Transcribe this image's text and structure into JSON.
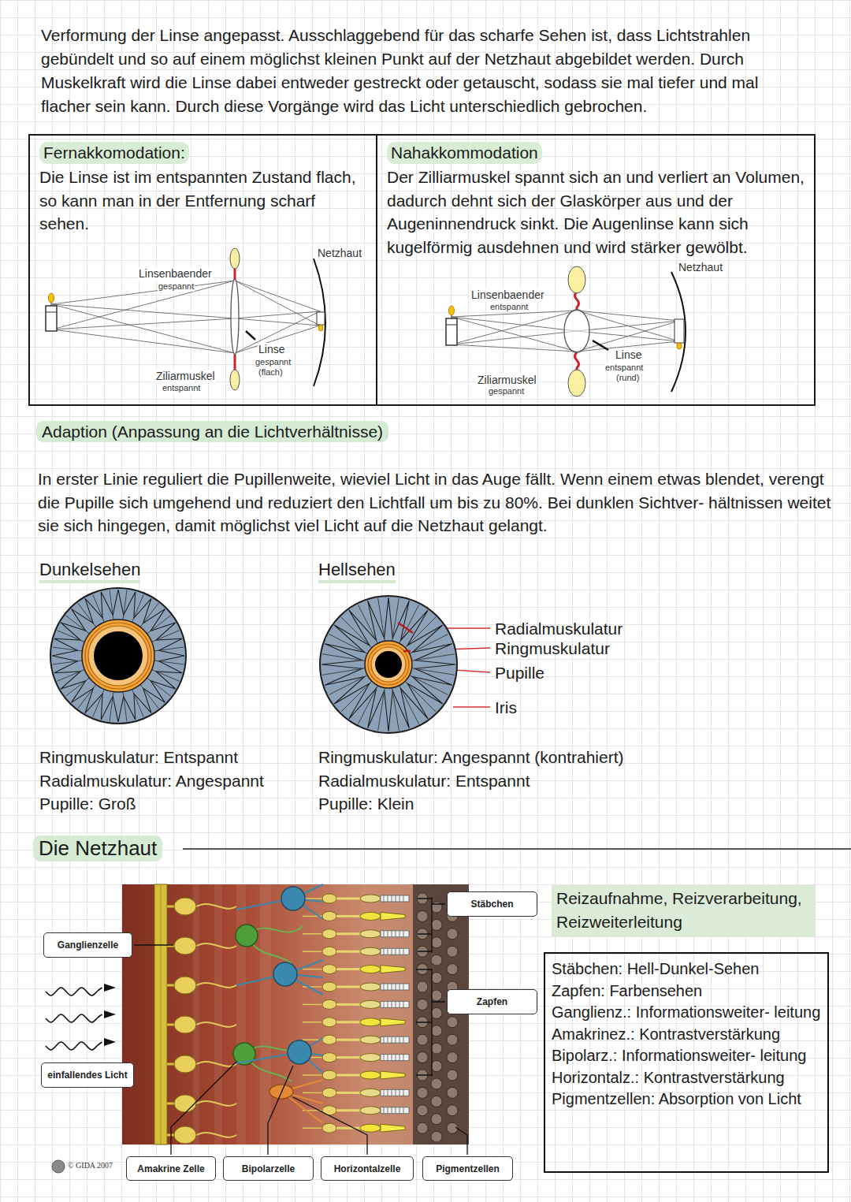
{
  "diagram": {
    "nodes": [
      {
        "text": [
          "Fernakkomodation:",
          "Die Linse ist im entspannten Zustand flach, so kann man in der Entfernung scharf sehen."
        ]
      },
      {
        "text": [
          "Nahakkommodation",
          "Der Zilliarmuskel spannt sich an und verliert an Volumen, dadurch dehnt sich der Glaskörper aus und der Augeninnendruck sinkt. Die Augenlinse kann sich kugelförmig ausdehnen und wird stärker gewölbt."
        ]
      },
      {
        "text": [
          "Stäbchen"
        ]
      },
      {
        "text": [
          "Ganglienzelle"
        ]
      },
      {
        "text": [
          "Reizaufnahme, Reizverarbeitung, Reizweiterleitung"
        ]
      },
      {
        "text": [
          "Stäbchen: Hell-Dunkel-Sehen",
          "Zapfen: Farbensehen",
          "Ganglienz.: Informationsweiter- leitung",
          "Amakrinez.: Kontrastverstärkung",
          "Bipolarz.: Informationsweiter- leitung",
          "Horizontalz.: Kontrastverstärkung",
          "Pigmentzellen: Absorption von Licht"
        ]
      },
      {
        "text": [
          "Zapfen"
        ]
      },
      {
        "text": [
          "einfallendes Licht"
        ]
      },
      {
        "text": [
          "Amakrine Zelle"
        ]
      },
      {
        "text": [
          "Bipolarzelle"
        ]
      },
      {
        "text": [
          "Horizontalzelle"
        ]
      },
      {
        "text": [
          "Pigmentzellen"
        ]
      }
    ],
    "labels": [
      "Verformung der Linse angepasst. Ausschlaggebend für das scharfe Sehen ist, dass Lichtstrahlen gebündelt und so auf einem möglichst kleinen Punkt auf der Netzhaut abgebildet werden. Durch Muskelkraft wird die Linse dabei entweder gestreckt oder getauscht, sodass sie mal tiefer und mal flacher sein kann. Durch diese Vorgänge wird das Licht unterschiedlich gebrochen.",
      "Linsenbaender",
      "gespannt",
      "Netzhaut",
      "Linse",
      "gespannt",
      "(flach)",
      "Ziliarmuskel",
      "entspannt",
      "Linsenbaender",
      "entspannt",
      "Netzhaut",
      "Linse",
      "entspannt",
      "(rund)",
      "Ziliarmuskel",
      "gespannt",
      "Adaption (Anpassung an die Lichtverhältnisse)",
      "In erster Linie reguliert die Pupillenweite, wieviel Licht in das Auge fällt. Wenn einem etwas blendet, verengt die Pupille sich umgehend und reduziert den Lichtfall um bis zu 80%. Bei dunklen Sichtver- hältnissen weitet sie sich hingegen, damit möglichst viel Licht auf die Netzhaut gelangt.",
      "Dunkelsehen",
      "Hellsehen",
      "Radialmuskulatur",
      "Ringmuskulatur",
      "Pupille",
      "Iris",
      "Ringmuskulatur: Entspannt",
      "Radialmuskulatur: Angespannt",
      "Pupille: Groß",
      "Ringmuskulatur: Angespannt (kontrahiert)",
      "Radialmuskulatur: Entspannt",
      "Pupille: Klein",
      "Die Netzhaut",
      "© GIDA 2007"
    ]
  }
}
